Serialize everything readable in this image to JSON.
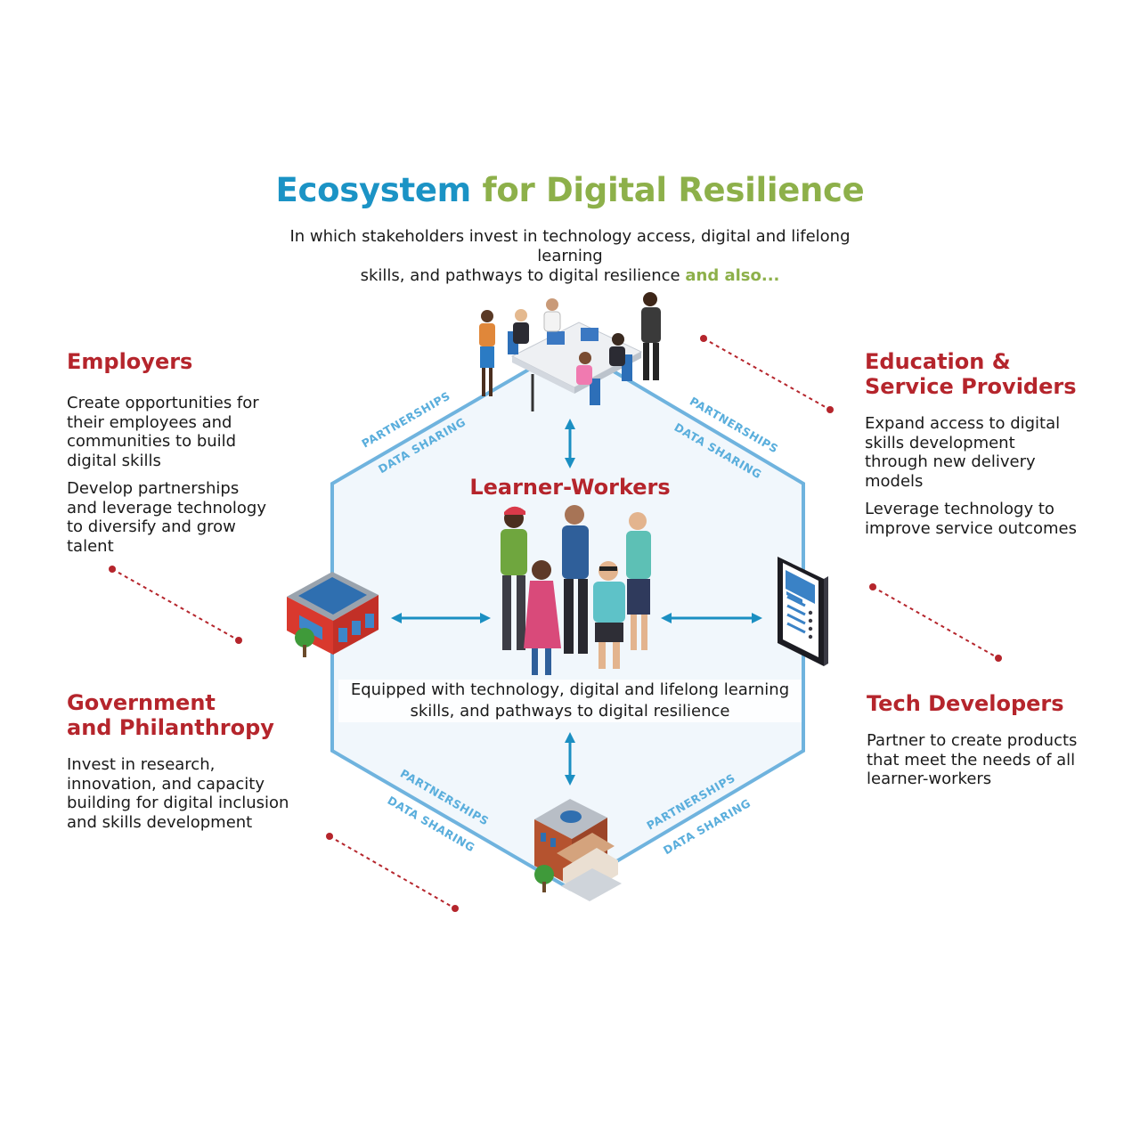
{
  "title": {
    "part1": "Ecosystem",
    "part2": "for Digital Resilience"
  },
  "subtitle": {
    "line1": "In which stakeholders invest in technology access, digital and lifelong learning",
    "line2": "skills, and pathways to digital resilience",
    "accent": "and also..."
  },
  "center": {
    "title": "Learner-Workers",
    "desc_line1": "Equipped with technology, digital and lifelong learning",
    "desc_line2": "skills, and pathways to digital resilience"
  },
  "edge_labels": {
    "partnerships": "PARTNERSHIPS",
    "data_sharing": "DATA SHARING"
  },
  "stakeholders": {
    "employers": {
      "title": "Employers",
      "p1": "Create opportunities for their employees and communities to build digital skills",
      "p2": "Develop partnerships and leverage technology to diversify and grow talent"
    },
    "education": {
      "title_line1": "Education &",
      "title_line2": "Service Providers",
      "p1": "Expand access to digital skills development through new delivery models",
      "p2": "Leverage technology to improve service outcomes"
    },
    "government": {
      "title_line1": "Government",
      "title_line2": "and Philanthropy",
      "p1": "Invest in research, innovation, and capacity building for digital inclusion and skills development"
    },
    "tech": {
      "title": "Tech Developers",
      "p1": "Partner to create products that meet the needs of all learner-workers"
    }
  },
  "colors": {
    "title_blue": "#1b93c5",
    "title_green": "#8db04a",
    "heading_red": "#b5252c",
    "hexagon_stroke": "#6fb3de",
    "hexagon_fill": "#f1f7fc",
    "arrow": "#1b8fc2",
    "dotted_line": "#b5252c"
  }
}
